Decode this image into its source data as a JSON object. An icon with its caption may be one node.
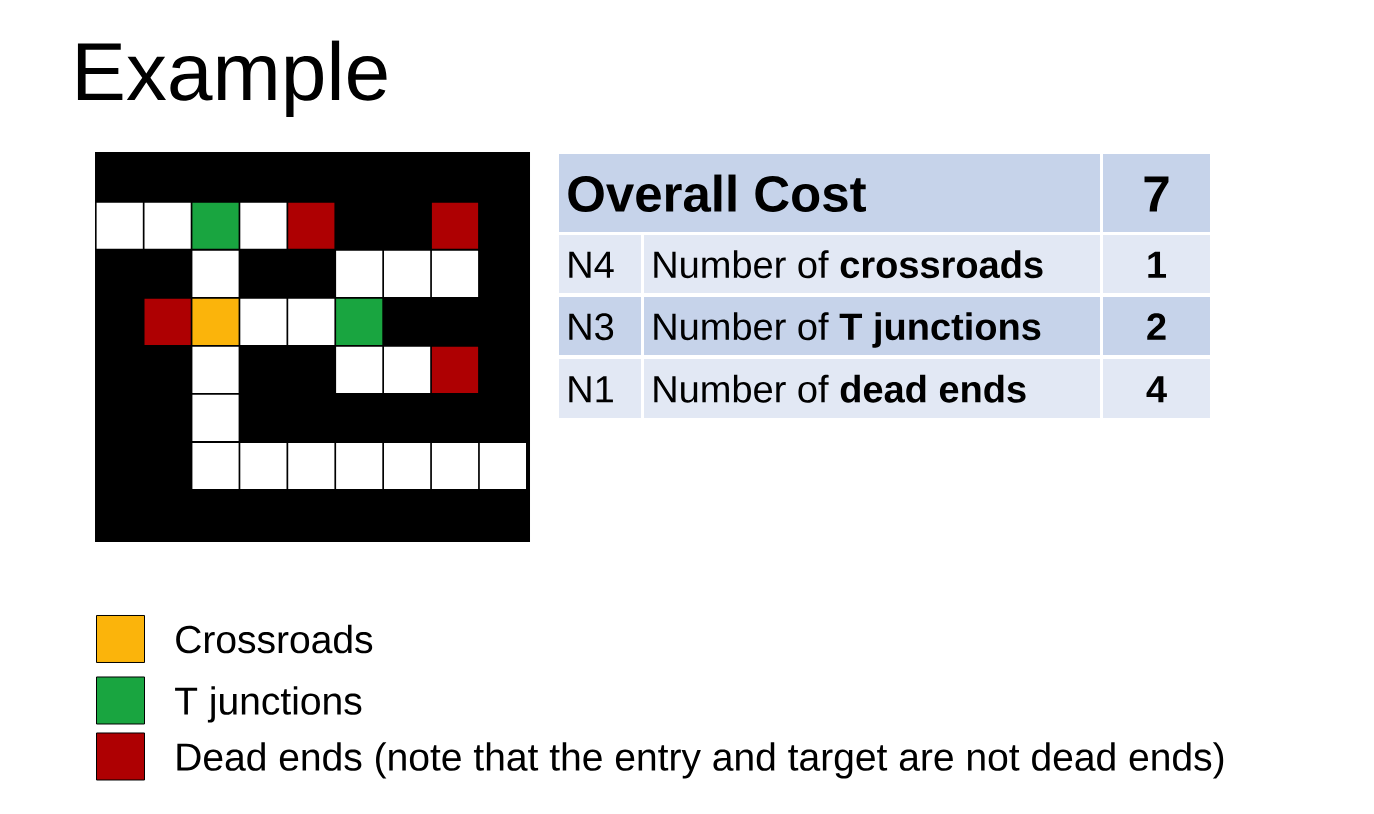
{
  "diagram": {
    "title": "Example",
    "labels": [
      "Overall Cost",
      "7",
      "N4",
      "Number of **crossroads**",
      "1",
      "N3",
      "Number of **T junctions**",
      "2",
      "N1",
      "Number of **dead ends**",
      "4"
    ],
    "legend": [
      {
        "text": "Crossroads",
        "color": "#fbb40b"
      },
      {
        "text": "T junctions",
        "color": "#19a540"
      },
      {
        "text": "Dead ends (note that the entry and target are not dead ends)",
        "color": "#ae0002"
      }
    ]
  }
}
